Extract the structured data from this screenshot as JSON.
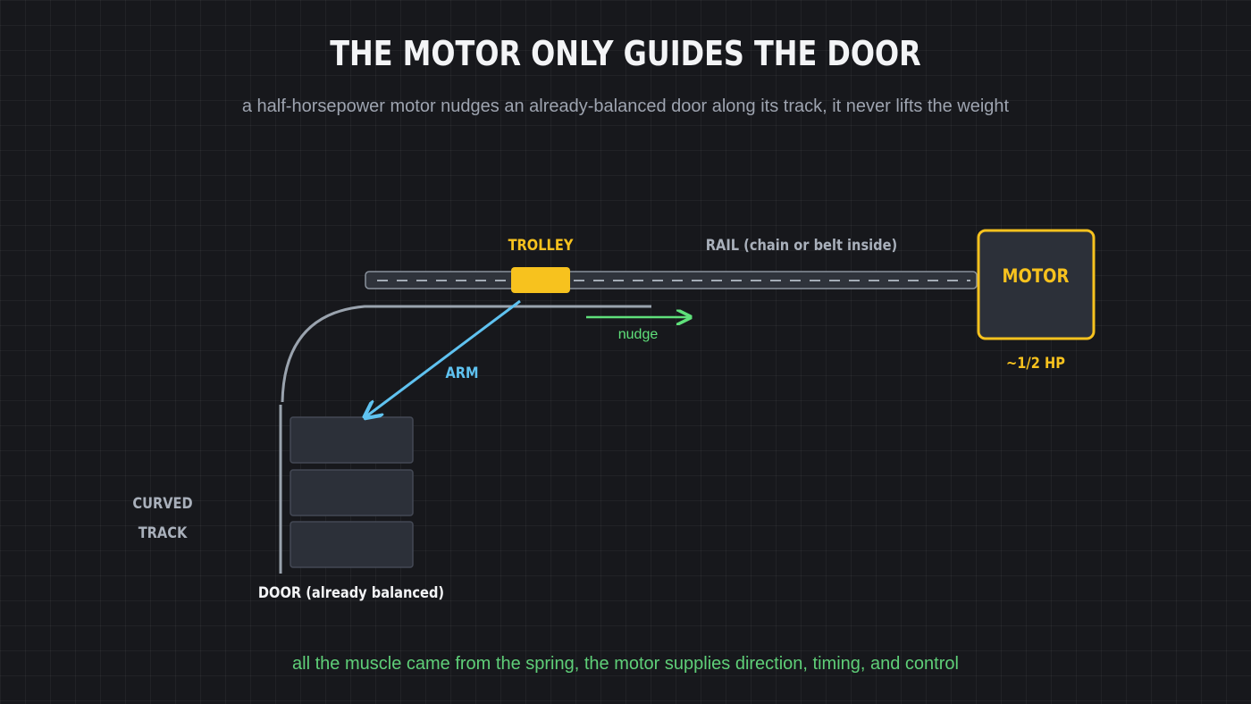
{
  "title": "THE MOTOR ONLY GUIDES THE DOOR",
  "subtitle": "a half-horsepower motor nudges an already-balanced door along its track, it never lifts the weight",
  "labels": {
    "trolley": "TROLLEY",
    "rail": "RAIL (chain or belt inside)",
    "motor": "MOTOR",
    "motor_power": "~1/2 HP",
    "nudge": "nudge",
    "arm": "ARM",
    "curved_track_line1": "CURVED",
    "curved_track_line2": "TRACK",
    "door": "DOOR (already balanced)"
  },
  "footer": "all the muscle came from the spring, the motor supplies direction, timing, and control",
  "colors": {
    "background": "#17181c",
    "accent_yellow": "#f7c21e",
    "arm_blue": "#5fc2f0",
    "nudge_green": "#5fe07a",
    "track_gray": "#9aa3ae",
    "panel_fill": "#2c3039",
    "label_gray": "#a9b0bb"
  }
}
